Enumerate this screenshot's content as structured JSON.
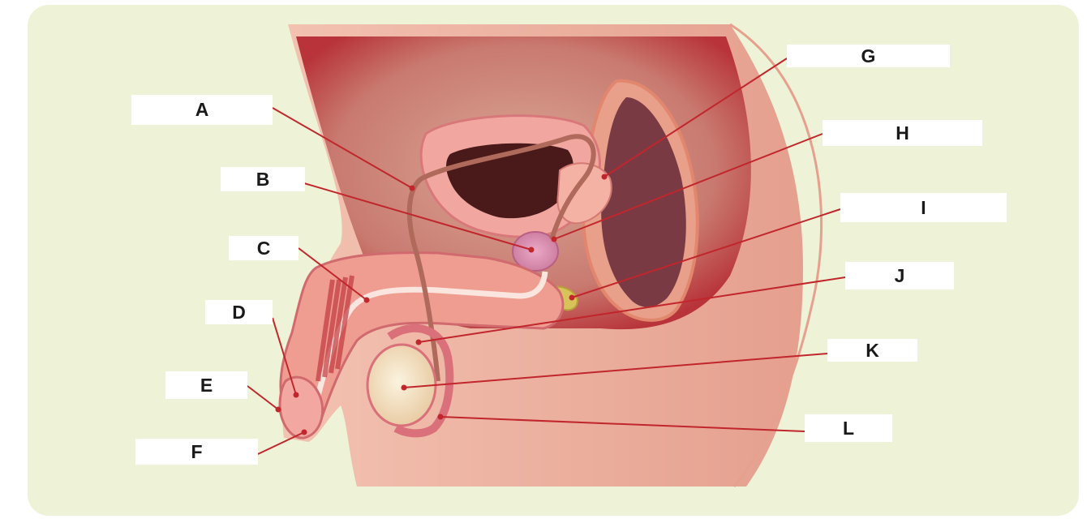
{
  "labels": {
    "A": "A",
    "B": "B",
    "C": "C",
    "D": "D",
    "E": "E",
    "F": "F",
    "G": "G",
    "H": "H",
    "I": "I",
    "J": "J",
    "K": "K",
    "L": "L"
  },
  "colors": {
    "background": "#eef2d6",
    "leader_line": "#c0262c",
    "tissue": "#f1b8a6",
    "cavity": "#c5484a",
    "bladder_lumen": "#4a1a1a",
    "testis": "#f3e2c4",
    "seminal_gland": "#d8c25a"
  }
}
